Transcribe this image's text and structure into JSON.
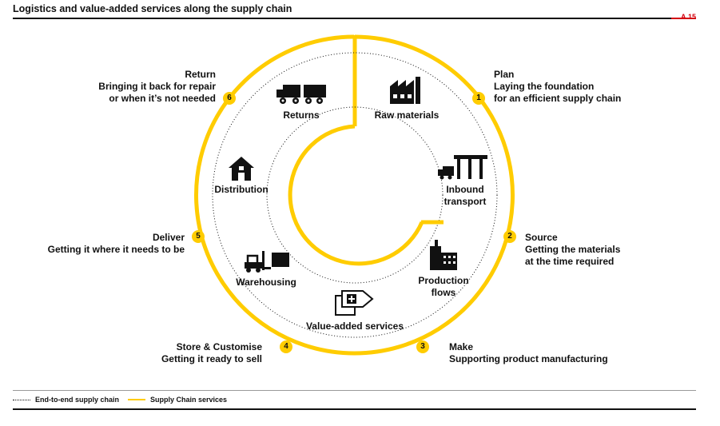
{
  "header": {
    "title": "Logistics and value-added services along the supply chain",
    "figure_id": "A.15"
  },
  "stages": [
    {
      "num": "1",
      "title": "Plan",
      "line1": "Laying the foundation",
      "line2": "for an efficient supply chain"
    },
    {
      "num": "2",
      "title": "Source",
      "line1": "Getting the materials",
      "line2": "at the time required"
    },
    {
      "num": "3",
      "title": "Make",
      "line1": "Supporting product manufacturing",
      "line2": ""
    },
    {
      "num": "4",
      "title": "Store & Customise",
      "line1": "Getting it ready to sell",
      "line2": ""
    },
    {
      "num": "5",
      "title": "Deliver",
      "line1": "Getting it where it needs to be",
      "line2": ""
    },
    {
      "num": "6",
      "title": "Return",
      "line1": "Bringing it back for repair",
      "line2": "or when it’s not needed"
    }
  ],
  "services": {
    "raw_materials": "Raw materials",
    "inbound_line1": "Inbound",
    "inbound_line2": "transport",
    "production_line1": "Production",
    "production_line2": "flows",
    "value_added": "Value-added services",
    "warehousing": "Warehousing",
    "distribution": "Distribution",
    "returns": "Returns"
  },
  "legend": {
    "end_to_end": "End-to-end supply chain",
    "scs": "Supply Chain services"
  },
  "colors": {
    "accent": "#ffcc00",
    "brand_red": "#d40511",
    "ink": "#111111"
  },
  "icons": [
    "factory-icon",
    "truck-warehouse-icon",
    "building-icon",
    "tag-icon",
    "forklift-icon",
    "house-icon",
    "trucks-icon"
  ]
}
